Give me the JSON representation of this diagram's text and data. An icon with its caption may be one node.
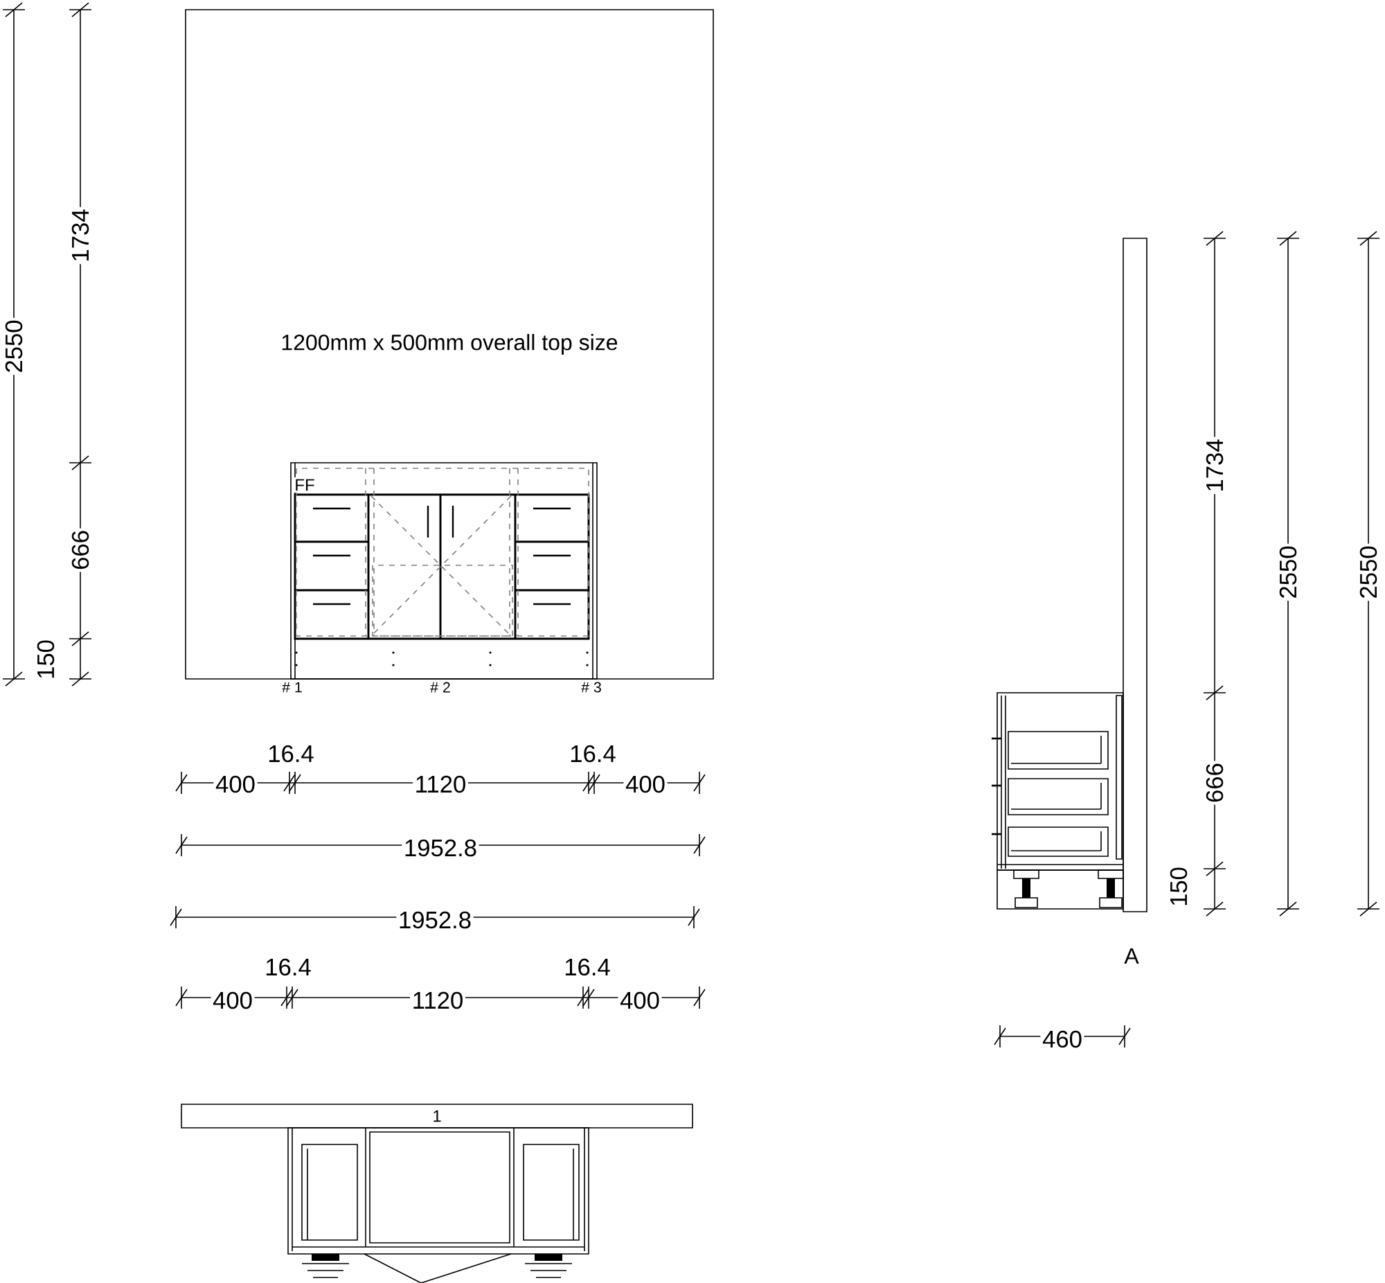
{
  "diagram": {
    "nodes": [
      {
        "text": [
          "1200mm x 500mm overall top size"
        ]
      },
      {
        "text": [
          "1"
        ]
      }
    ],
    "labels": [
      "2550",
      "1734",
      "666",
      "150",
      "FF",
      "# 1",
      "# 2",
      "# 3",
      "1734",
      "2550",
      "2550",
      "666",
      "150",
      "16.4",
      "16.4",
      "400",
      "1120",
      "400",
      "1952.8",
      "1952.8",
      "A",
      "16.4",
      "16.4",
      "400",
      "1120",
      "400",
      "460"
    ]
  }
}
